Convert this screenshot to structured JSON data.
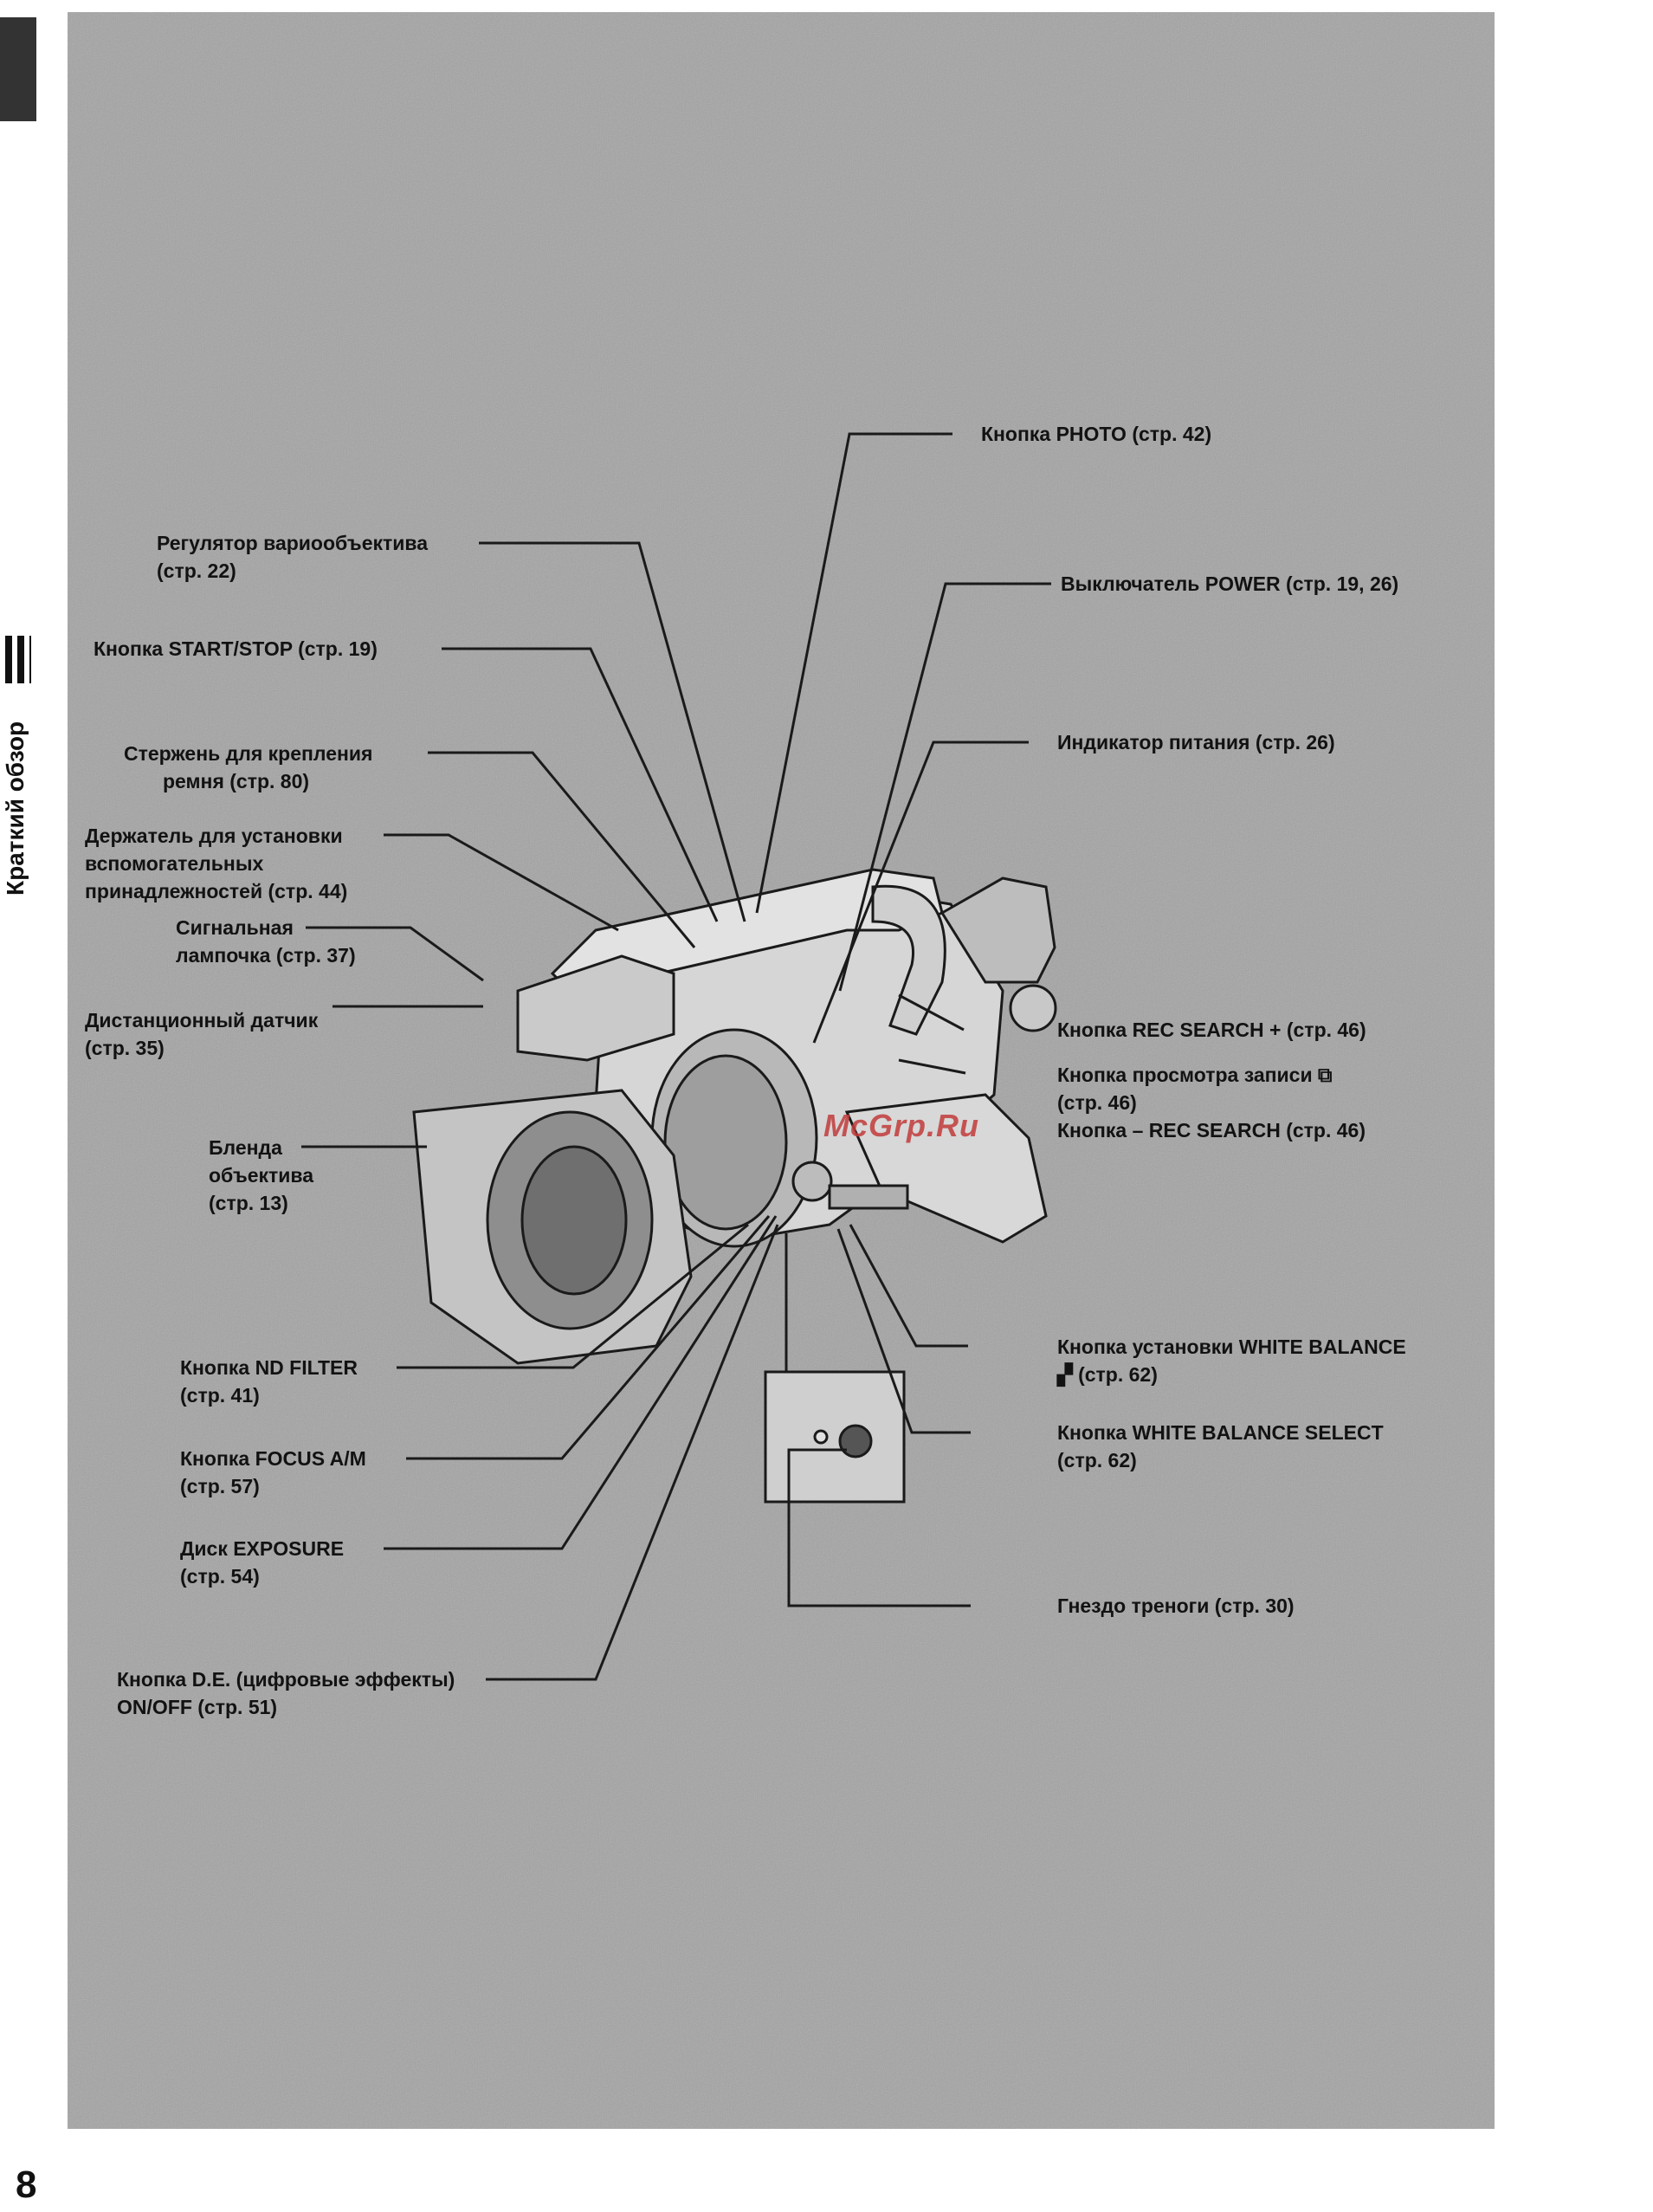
{
  "sidebar": {
    "section_title": "Краткий обзор"
  },
  "page": {
    "number": "8"
  },
  "watermark": "McGrp.Ru",
  "callouts": {
    "photo": {
      "line1": "Кнопка PHOTO (стр. 42)",
      "line2": ""
    },
    "zoom": {
      "line1": "Регулятор вариообъектива",
      "line2": "(стр. 22)"
    },
    "power": {
      "line1": "Выключатель POWER (стр. 19, 26)",
      "line2": ""
    },
    "start_stop": {
      "line1": "Кнопка START/STOP (стр. 19)",
      "line2": ""
    },
    "power_indicator": {
      "line1": "Индикатор питания (стр. 26)",
      "line2": ""
    },
    "strap_lug": {
      "line1": "Стержень для крепления",
      "line2": "ремня (стр. 80)"
    },
    "accessory_shoe": {
      "line1": "Держатель для установки",
      "line2": "вспомогательных",
      "line3": "принадлежностей (стр. 44)"
    },
    "tally_lamp": {
      "line1": "Сигнальная",
      "line2": "лампочка (стр. 37)"
    },
    "remote_sensor": {
      "line1": "Дистанционный датчик",
      "line2": "(стр. 35)"
    },
    "rec_search_plus": {
      "line1": "Кнопка REC SEARCH + (стр. 46)",
      "line2": ""
    },
    "record_review": {
      "line1": "Кнопка просмотра записи ⧉",
      "line2": "(стр. 46)"
    },
    "rec_search_minus": {
      "line1": "Кнопка – REC SEARCH (стр. 46)",
      "line2": ""
    },
    "lens_hood": {
      "line1": "Бленда",
      "line2": "объектива",
      "line3": "(стр. 13)"
    },
    "wb_set": {
      "line1": "Кнопка установки WHITE BALANCE",
      "line2": "▞ (стр. 62)"
    },
    "nd_filter": {
      "line1": "Кнопка ND FILTER",
      "line2": "(стр. 41)"
    },
    "wb_select": {
      "line1": "Кнопка WHITE BALANCE SELECT",
      "line2": "(стр. 62)"
    },
    "focus": {
      "line1": "Кнопка FOCUS A/M",
      "line2": "(стр. 57)"
    },
    "exposure": {
      "line1": "Диск EXPOSURE",
      "line2": "(стр. 54)"
    },
    "tripod": {
      "line1": "Гнездо треноги (стр. 30)",
      "line2": ""
    },
    "de_button": {
      "line1": "Кнопка D.E. (цифровые эффекты)",
      "line2": "ON/OFF (стр. 51)"
    }
  },
  "colors": {
    "panel": "#a3a3a3",
    "line": "#1a1a1a",
    "watermark": "#c23b3b"
  }
}
